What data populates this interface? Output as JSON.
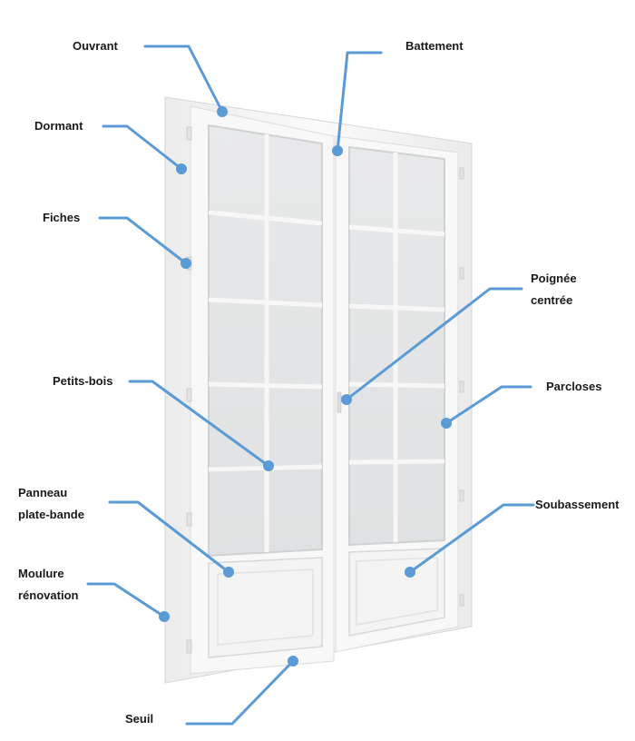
{
  "labels": {
    "ouvrant": "Ouvrant",
    "battement": "Battement",
    "dormant": "Dormant",
    "fiches": "Fiches",
    "poignee_line1": "Poignée",
    "poignee_line2": "centrée",
    "petits_bois": "Petits-bois",
    "parcloses": "Parcloses",
    "panneau_line1": "Panneau",
    "panneau_line2": "plate-bande",
    "soubassement": "Soubassement",
    "moulure_line1": "Moulure",
    "moulure_line2": "rénovation",
    "seuil": "Seuil"
  },
  "colors": {
    "leader": "#5b9bd5",
    "frame": "#f6f6f6",
    "frame_shadow": "#dedede",
    "glass": "#e4e6e7",
    "text": "#1a1a1a"
  }
}
